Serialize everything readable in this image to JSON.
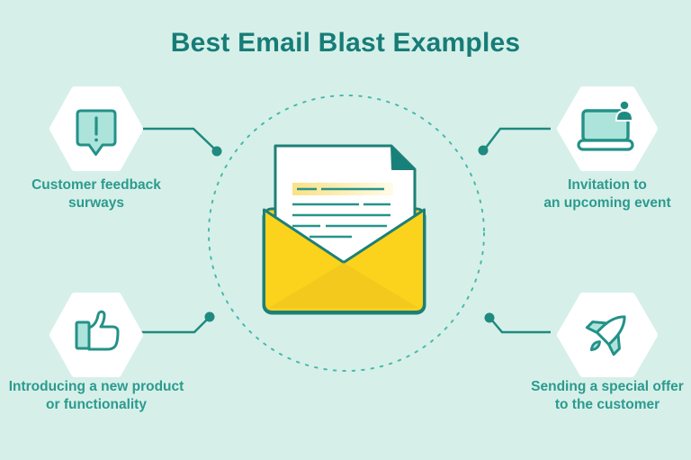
{
  "title": "Best Email Blast Examples",
  "center_illustration": {
    "name": "open-envelope-with-letter",
    "description": "Yellow open envelope holding a white letter with a highlighted line, inside a dashed teal circle"
  },
  "items": [
    {
      "position": "top-left",
      "icon": "speech-bubble-exclamation-icon",
      "label_lines": [
        "Customer feedback",
        "surways"
      ]
    },
    {
      "position": "top-right",
      "icon": "laptop-with-person-icon",
      "label_lines": [
        "Invitation to",
        "an upcoming event"
      ]
    },
    {
      "position": "bottom-left",
      "icon": "thumbs-up-icon",
      "label_lines": [
        "Introducing a new product",
        "or functionality"
      ]
    },
    {
      "position": "bottom-right",
      "icon": "rocket-icon",
      "label_lines": [
        "Sending a special offer",
        "to the customer"
      ]
    }
  ],
  "colors": {
    "background": "#d6f0e9",
    "title_teal": "#177c77",
    "label_teal": "#2c9a8e",
    "accent_teal": "#1f8a80",
    "icon_stroke_teal": "#249188",
    "icon_fill_light_teal": "#ace4db",
    "dashed_circle_teal": "#4ab8ac",
    "envelope_yellow": "#fbd31c",
    "envelope_yellow_dark": "#f3c91e",
    "letter_fold_teal": "#17807a",
    "hexagon_white": "#ffffff"
  }
}
